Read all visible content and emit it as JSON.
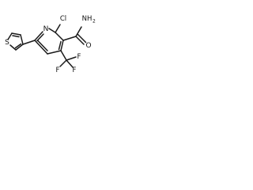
{
  "atoms": {
    "S": "S",
    "N": "N",
    "Cl": "Cl",
    "NH2": "NH",
    "NH2_sub": "2",
    "O": "O",
    "F_top": "F",
    "F_left": "F",
    "F_right": "F"
  }
}
